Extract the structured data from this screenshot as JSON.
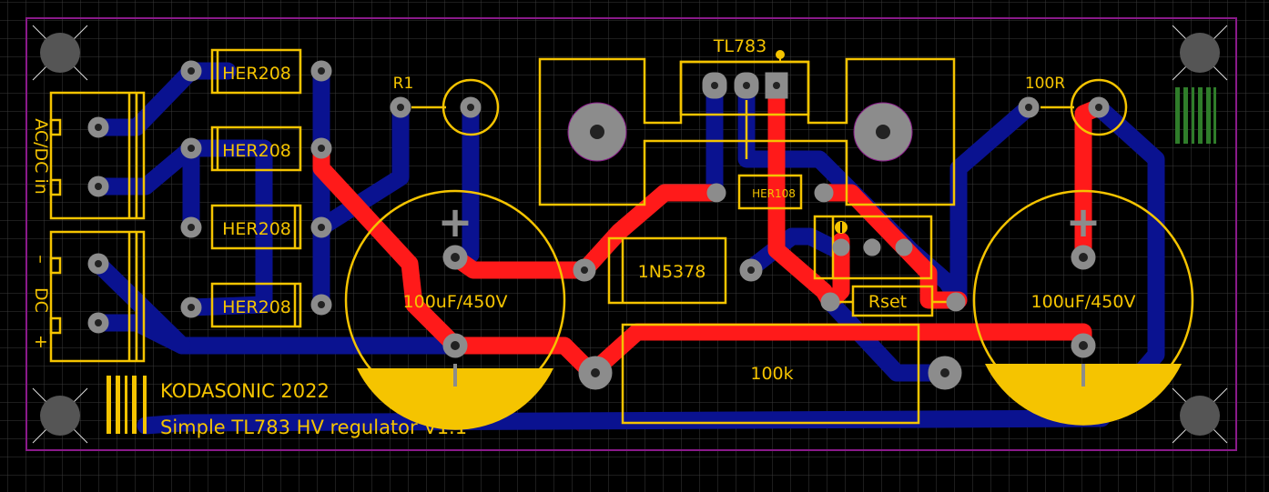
{
  "colors": {
    "background": "#000000",
    "grid": "#3a3a3a",
    "silkscreen": "#f5c400",
    "top_copper": "#ff1a1a",
    "bottom_copper": "#0a1290",
    "board_outline": "#8a1a8a",
    "pad": "#8c8c8c",
    "pad_hole": "#222222",
    "green_mark": "#2f7d2a"
  },
  "labels": {
    "her208_1": "HER208",
    "her208_2": "HER208",
    "her208_3": "HER208",
    "her208_4": "HER208",
    "r1": "R1",
    "tl783": "TL783",
    "her108": "HER108",
    "zener": "1N5378",
    "rset": "Rset",
    "r100": "100R",
    "r100k": "100k",
    "cap_left": "100uF/450V",
    "cap_right": "100uF/450V",
    "cap_left_plus": "+",
    "cap_right_plus": "+",
    "connector_top": "AC/DC in",
    "connector_bottom_minus": "–",
    "connector_bottom_dc": "DC",
    "connector_bottom_plus": "+",
    "brand": "KODASONIC 2022",
    "title": "Simple TL783 HV regulator V1.1"
  }
}
